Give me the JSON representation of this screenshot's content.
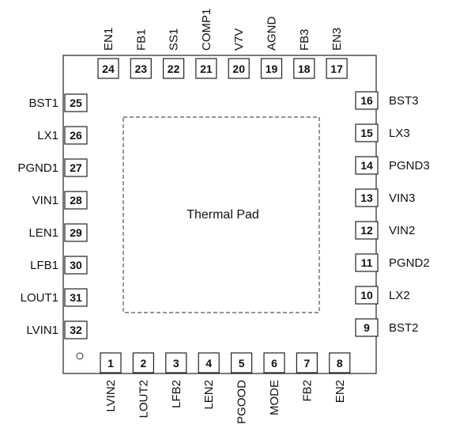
{
  "thermal_pad_label": "Thermal Pad",
  "pins": {
    "left": [
      {
        "num": "25",
        "name": "BST1"
      },
      {
        "num": "26",
        "name": "LX1"
      },
      {
        "num": "27",
        "name": "PGND1"
      },
      {
        "num": "28",
        "name": "VIN1"
      },
      {
        "num": "29",
        "name": "LEN1"
      },
      {
        "num": "30",
        "name": "LFB1"
      },
      {
        "num": "31",
        "name": "LOUT1"
      },
      {
        "num": "32",
        "name": "LVIN1"
      }
    ],
    "right": [
      {
        "num": "16",
        "name": "BST3"
      },
      {
        "num": "15",
        "name": "LX3"
      },
      {
        "num": "14",
        "name": "PGND3"
      },
      {
        "num": "13",
        "name": "VIN3"
      },
      {
        "num": "12",
        "name": "VIN2"
      },
      {
        "num": "11",
        "name": "PGND2"
      },
      {
        "num": "10",
        "name": "LX2"
      },
      {
        "num": "9",
        "name": "BST2"
      }
    ],
    "top": [
      {
        "num": "24",
        "name": "EN1"
      },
      {
        "num": "23",
        "name": "FB1"
      },
      {
        "num": "22",
        "name": "SS1"
      },
      {
        "num": "21",
        "name": "COMP1"
      },
      {
        "num": "20",
        "name": "V7V"
      },
      {
        "num": "19",
        "name": "AGND"
      },
      {
        "num": "18",
        "name": "FB3"
      },
      {
        "num": "17",
        "name": "EN3"
      }
    ],
    "bottom": [
      {
        "num": "1",
        "name": "LVIN2"
      },
      {
        "num": "2",
        "name": "LOUT2"
      },
      {
        "num": "3",
        "name": "LFB2"
      },
      {
        "num": "4",
        "name": "LEN2"
      },
      {
        "num": "5",
        "name": "PGOOD"
      },
      {
        "num": "6",
        "name": "MODE"
      },
      {
        "num": "7",
        "name": "FB2"
      },
      {
        "num": "8",
        "name": "EN2"
      }
    ]
  }
}
